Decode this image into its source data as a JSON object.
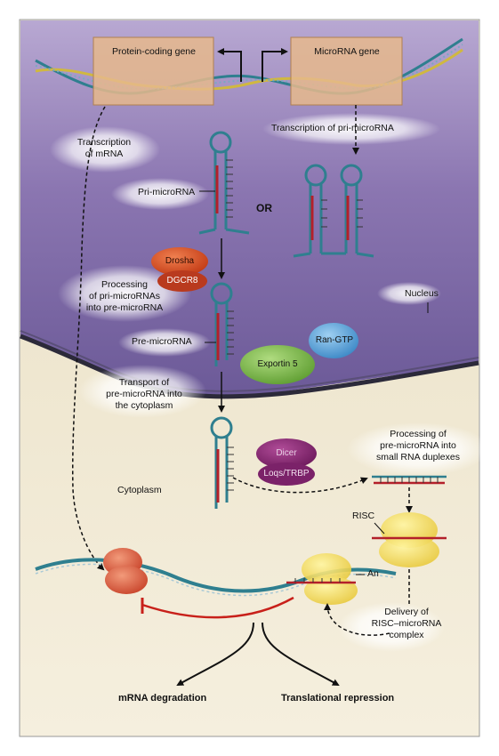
{
  "genes": {
    "protein_coding": "Protein-coding gene",
    "microrna": "MicroRNA gene"
  },
  "labels": {
    "transcription_mrna": "Transcription\nof mRNA",
    "transcription_pri": "Transcription of pri-microRNA",
    "pri_microrna": "Pri-microRNA",
    "or": "OR",
    "processing_pri": "Processing\nof pri-microRNAs\ninto pre-microRNA",
    "nucleus": "Nucleus",
    "pre_microrna": "Pre-microRNA",
    "transport": "Transport of\npre-microRNA into\nthe cytoplasm",
    "processing_pre": "Processing of\npre-microRNA into\nsmall RNA duplexes",
    "cytoplasm": "Cytoplasm",
    "risc": "RISC",
    "an": "An",
    "delivery": "Delivery of\nRISC–microRNA\ncomplex",
    "mrna_degradation": "mRNA degradation",
    "translational_repression": "Translational repression"
  },
  "enzymes": {
    "drosha": "Drosha",
    "dgcr8": "DGCR8",
    "exportin5": "Exportin 5",
    "ran_gtp": "Ran-GTP",
    "dicer": "Dicer",
    "loqs_trbp": "Loqs/TRBP"
  },
  "colors": {
    "nucleus": "#8d78b0",
    "cytoplasm": "#efe6cf",
    "gene_box": "#e6b98c",
    "rna_teal": "#2f7f8f",
    "rna_red": "#b3202a",
    "drosha": "#d84a1e",
    "exportin": "#7fbf4f",
    "ran": "#4f9fd6",
    "dicer": "#8e2a7a",
    "risc": "#f3dd4a"
  }
}
